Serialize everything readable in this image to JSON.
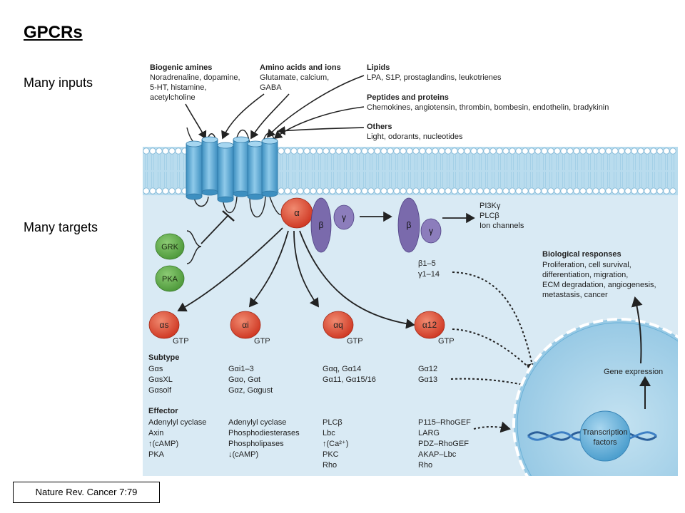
{
  "slide": {
    "title": "GPCRs",
    "inputs_label": "Many inputs",
    "targets_label": "Many targets",
    "citation": "Nature Rev. Cancer 7:79"
  },
  "inputs": {
    "biogenic_amines": {
      "heading": "Biogenic amines",
      "lines": [
        "Noradrenaline, dopamine,",
        "5-HT, histamine,",
        "acetylcholine"
      ]
    },
    "amino_acids": {
      "heading": "Amino acids and ions",
      "lines": [
        "Glutamate, calcium,",
        "GABA"
      ]
    },
    "lipids": {
      "heading": "Lipids",
      "lines": [
        "LPA, S1P, prostaglandins, leukotrienes"
      ]
    },
    "peptides": {
      "heading": "Peptides and proteins",
      "lines": [
        "Chemokines, angiotensin, thrombin, bombesin, endothelin, bradykinin"
      ]
    },
    "others": {
      "heading": "Others",
      "lines": [
        "Light, odorants, nucleotides"
      ]
    }
  },
  "regulators": {
    "grk": "GRK",
    "pka": "PKA"
  },
  "g_protein": {
    "alpha": "α",
    "beta": "β",
    "gamma": "γ",
    "beta_range": "β1–5",
    "gamma_range": "γ1–14",
    "bg_targets": [
      "PI3Kγ",
      "PLCβ",
      "Ion channels"
    ]
  },
  "alpha_subunits": [
    {
      "label": "αs",
      "gtp": "GTP",
      "subtype": [
        "Gαs",
        "GαsXL",
        "Gαsolf"
      ],
      "effector": [
        "Adenylyl cyclase",
        "Axin",
        "↑(cAMP)",
        "PKA"
      ]
    },
    {
      "label": "αi",
      "gtp": "GTP",
      "subtype": [
        "Gαi1–3",
        "Gαo, Gαt",
        "Gαz, Gαgust"
      ],
      "effector": [
        "Adenylyl cyclase",
        "Phosphodiesterases",
        "Phospholipases",
        "↓(cAMP)"
      ]
    },
    {
      "label": "αq",
      "gtp": "GTP",
      "subtype": [
        "Gαq, Gα14",
        "Gα11, Gα15/16"
      ],
      "effector": [
        "PLCβ",
        "Lbc",
        "↑(Ca²⁺)",
        "PKC",
        "Rho"
      ]
    },
    {
      "label": "α12",
      "gtp": "GTP",
      "subtype": [
        "Gα12",
        "Gα13"
      ],
      "effector": [
        "P115–RhoGEF",
        "LARG",
        "PDZ–RhoGEF",
        "AKAP–Lbc",
        "Rho"
      ]
    }
  ],
  "section_headings": {
    "subtype": "Subtype",
    "effector": "Effector"
  },
  "responses": {
    "heading": "Biological responses",
    "lines": [
      "Proliferation, cell survival,",
      "differentiation, migration,",
      "ECM degradation, angiogenesis,",
      "metastasis, cancer"
    ]
  },
  "nucleus": {
    "gene_expression": "Gene expression",
    "transcription_factors": [
      "Transcription",
      "factors"
    ]
  },
  "colors": {
    "cytoplasm": "#d9eaf4",
    "alpha_red": "#e0503a",
    "beta_gamma_purple": "#7a6aac",
    "regulator_green": "#6aab55",
    "receptor_blue": "#5aa8d4",
    "nucleus_blue": "#a9d3ea"
  }
}
